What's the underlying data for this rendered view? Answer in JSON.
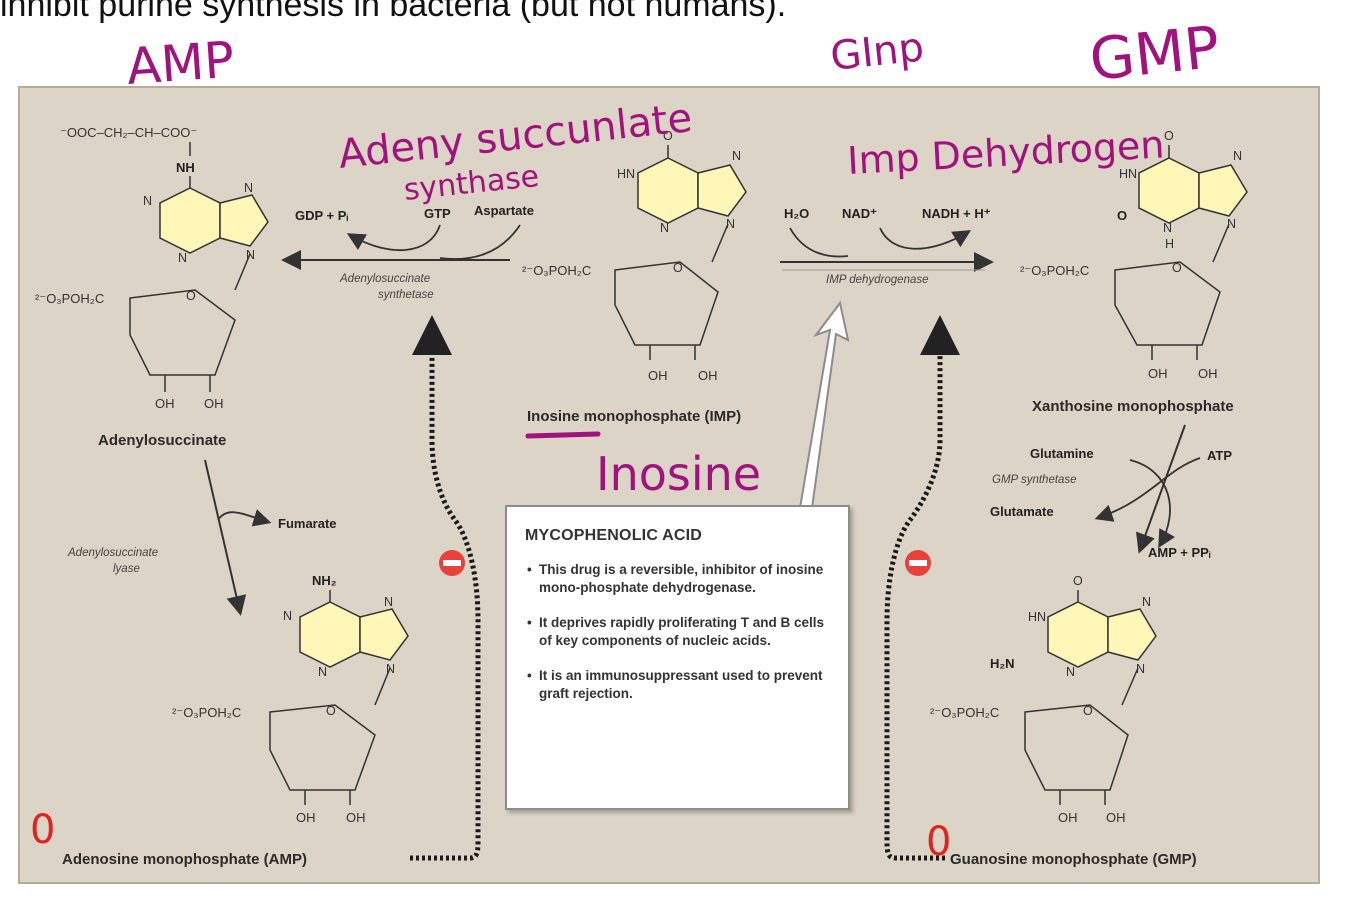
{
  "header_text": "inhibit purine synthesis in bacteria (but not humans).",
  "molecules": {
    "adenylosuccinate": {
      "label": "Adenylosuccinate",
      "side_chain": "⁻OOC–CH₂–CH–COO⁻",
      "nh": "NH",
      "phosphate": "²⁻O₃POH₂C",
      "oh1": "OH",
      "oh2": "OH"
    },
    "imp": {
      "label": "Inosine monophosphate (IMP)",
      "phosphate": "²⁻O₃POH₂C",
      "oh1": "OH",
      "oh2": "OH"
    },
    "xmp": {
      "label": "Xanthosine monophosphate",
      "phosphate": "²⁻O₃POH₂C",
      "oh1": "OH",
      "oh2": "OH"
    },
    "amp": {
      "label": "Adenosine monophosphate (AMP)",
      "nh2": "NH₂",
      "phosphate": "²⁻O₃POH₂C",
      "oh1": "OH",
      "oh2": "OH"
    },
    "gmp": {
      "label": "Guanosine monophosphate (GMP)",
      "h2n": "H₂N",
      "phosphate": "²⁻O₃POH₂C",
      "oh1": "OH",
      "oh2": "OH"
    }
  },
  "reactions": {
    "adenylosuccinate_synthetase": {
      "enzyme": "Adenylosuccinate synthetase",
      "enzyme_line1": "Adenylosuccinate",
      "enzyme_line2": "synthetase",
      "gdp": "GDP + Pᵢ",
      "gtp": "GTP",
      "aspartate": "Aspartate"
    },
    "imp_dehydrogenase": {
      "enzyme": "IMP dehydrogenase",
      "h2o": "H₂O",
      "nad": "NAD⁺",
      "nadh": "NADH + H⁺"
    },
    "adenylosuccinate_lyase": {
      "enzyme_line1": "Adenylosuccinate",
      "enzyme_line2": "lyase",
      "fumarate": "Fumarate"
    },
    "gmp_synthetase": {
      "enzyme": "GMP synthetase",
      "glutamine": "Glutamine",
      "atp": "ATP",
      "glutamate": "Glutamate",
      "amp_ppi": "AMP + PPᵢ"
    }
  },
  "info_box": {
    "title": "MYCOPHENOLIC ACID",
    "bullets": [
      "This drug is a reversible, inhibitor of inosine mono-phosphate dehydrogenase.",
      "It deprives rapidly proliferating T and B cells of key components of nucleic acids.",
      "It is an immunosuppressant used to prevent graft rejection."
    ]
  },
  "annotations": {
    "amp": "AMP",
    "gimp": "GInp",
    "gmp": "GMP",
    "adeny": "Adeny succunlate",
    "syntase": "synthase",
    "imp_dehyd": "Imp Dehydrogen",
    "inosine": "Inosine",
    "zero_left": "0",
    "zero_right": "0"
  },
  "colors": {
    "panel": "#dcd4c6",
    "purine_fill": "#fff6b8",
    "inhibitor": "#e8403a",
    "handwriting": "#a2127e",
    "handwriting_red": "#e0231d"
  },
  "icons": [
    "minus-inhibitor-icon"
  ]
}
